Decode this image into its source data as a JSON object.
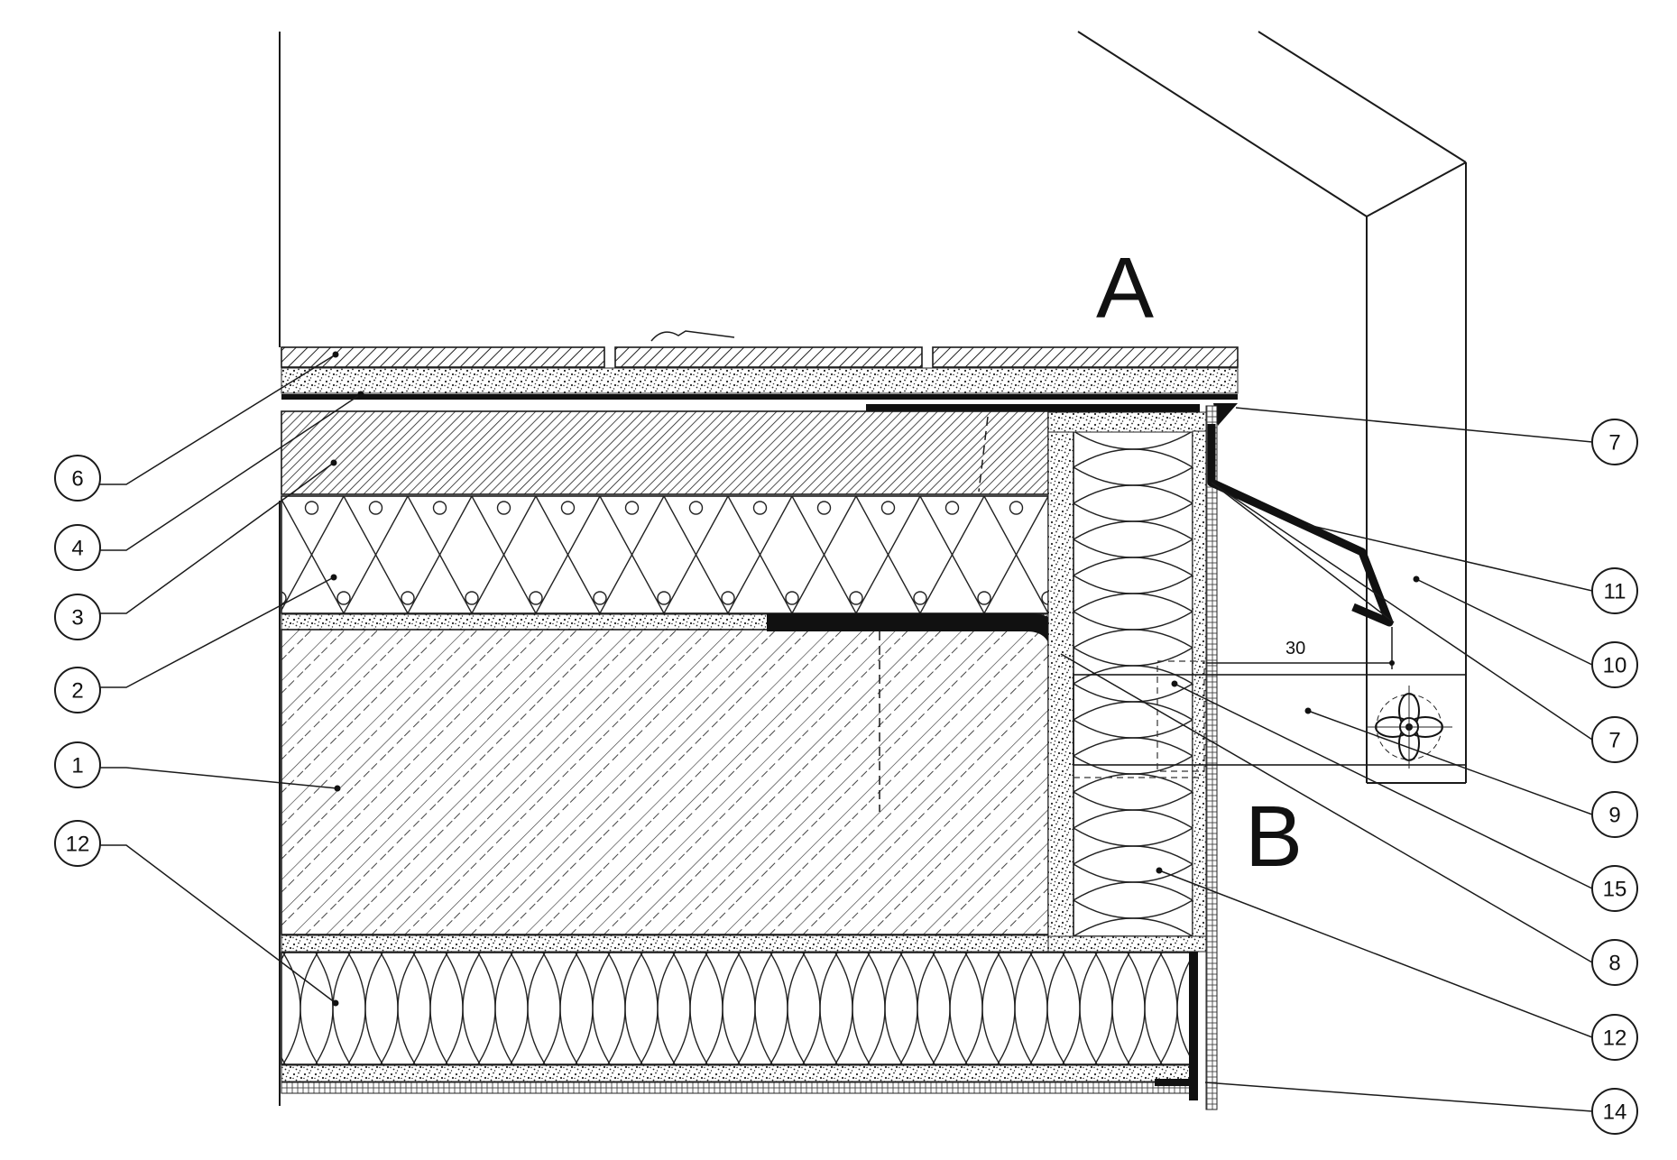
{
  "section_labels": {
    "a": "A",
    "b": "B"
  },
  "dimension": {
    "value": "30"
  },
  "callouts_left": [
    {
      "label": "6"
    },
    {
      "label": "4"
    },
    {
      "label": "3"
    },
    {
      "label": "2"
    },
    {
      "label": "1"
    },
    {
      "label": "12"
    }
  ],
  "callouts_right": [
    {
      "label": "7"
    },
    {
      "label": "11"
    },
    {
      "label": "10"
    },
    {
      "label": "7"
    },
    {
      "label": "9"
    },
    {
      "label": "15"
    },
    {
      "label": "8"
    },
    {
      "label": "12"
    },
    {
      "label": "14"
    }
  ]
}
